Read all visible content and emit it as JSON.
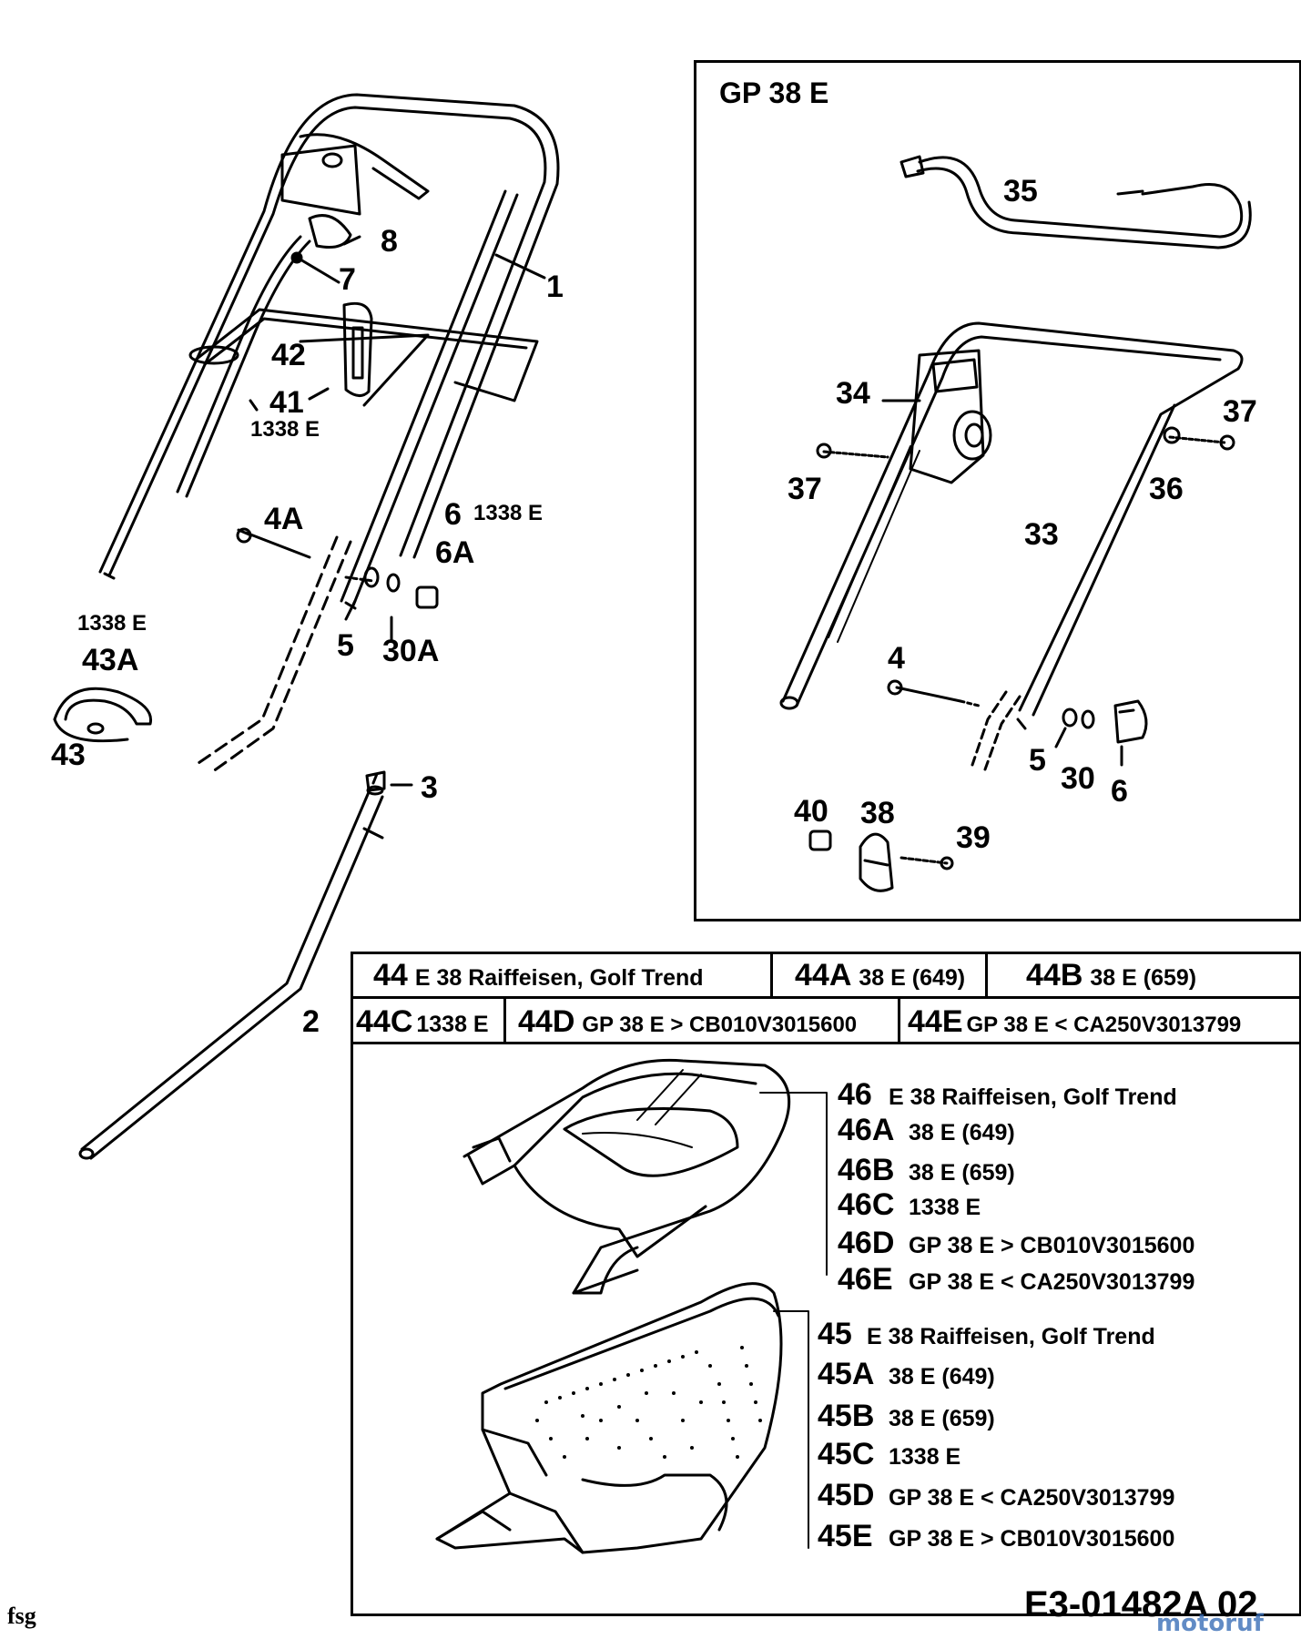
{
  "labels_left": {
    "p1": "1",
    "p8": "8",
    "p7": "7",
    "p42": "42",
    "p41": "41",
    "p41_model": "1338 E",
    "p6": "6",
    "p6_model": "1338 E",
    "p6A": "6A",
    "p4A": "4A",
    "p5": "5",
    "p30A": "30A",
    "p43A_model": "1338 E",
    "p43A": "43A",
    "p43": "43",
    "p3": "3",
    "p2": "2"
  },
  "gp_box": {
    "title": "GP 38 E",
    "p35": "35",
    "p34": "34",
    "p37a": "37",
    "p37b": "37",
    "p36": "36",
    "p33": "33",
    "p4": "4",
    "p5": "5",
    "p30": "30",
    "p6": "6",
    "p40": "40",
    "p38": "38",
    "p39": "39"
  },
  "table": {
    "row1": [
      {
        "code": "44",
        "desc": "E 38 Raiffeisen, Golf Trend"
      },
      {
        "code": "44A",
        "desc": "38 E (649)"
      },
      {
        "code": "44B",
        "desc": "38 E (659)"
      }
    ],
    "row2": [
      {
        "code": "44C",
        "desc": "1338 E"
      },
      {
        "code": "44D",
        "desc": "GP 38 E > CB010V3015600"
      },
      {
        "code": "44E",
        "desc": "GP 38 E < CA250V3013799"
      }
    ]
  },
  "legend46": [
    {
      "code": "46",
      "desc": "E 38 Raiffeisen, Golf Trend"
    },
    {
      "code": "46A",
      "desc": "38 E (649)"
    },
    {
      "code": "46B",
      "desc": "38 E (659)"
    },
    {
      "code": "46C",
      "desc": "1338 E"
    },
    {
      "code": "46D",
      "desc": "GP 38 E > CB010V3015600"
    },
    {
      "code": "46E",
      "desc": "GP 38 E < CA250V3013799"
    }
  ],
  "legend45": [
    {
      "code": "45",
      "desc": "E 38 Raiffeisen, Golf Trend"
    },
    {
      "code": "45A",
      "desc": "38 E (649)"
    },
    {
      "code": "45B",
      "desc": "38 E (659)"
    },
    {
      "code": "45C",
      "desc": "1338 E"
    },
    {
      "code": "45D",
      "desc": "GP 38 E < CA250V3013799"
    },
    {
      "code": "45E",
      "desc": "GP 38 E > CB010V3015600"
    }
  ],
  "footer": {
    "left_mark": "fsg",
    "drawing_number": "E3-01482A 02",
    "watermark": "motoruf"
  }
}
